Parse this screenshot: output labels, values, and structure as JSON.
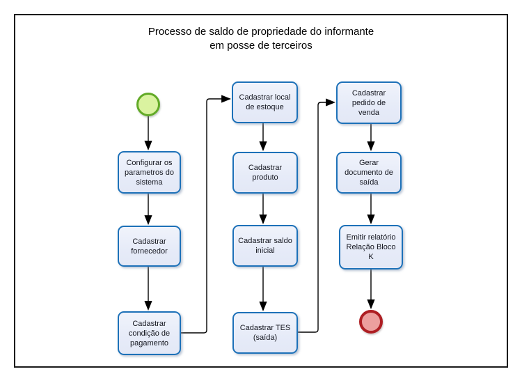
{
  "diagram": {
    "title": "Processo de saldo de propriedade do informante\nem posse de terceiros",
    "start_event": {
      "name": "start",
      "border_color": "#62aa27",
      "fill_color": "#daf3a0"
    },
    "end_event": {
      "name": "end",
      "border_color": "#ae1e23",
      "fill_color": "#ec9f9e"
    },
    "nodes": [
      {
        "id": "configurar-parametros-sistema",
        "label": "Configurar os\nparametros do\nsistema"
      },
      {
        "id": "cadastrar-fornecedor",
        "label": "Cadastrar\nfornecedor"
      },
      {
        "id": "cadastrar-condicao-pagamento",
        "label": "Cadastrar\ncondição de\npagamento"
      },
      {
        "id": "cadastrar-local-estoque",
        "label": "Cadastrar local\nde estoque"
      },
      {
        "id": "cadastrar-produto",
        "label": "Cadastrar\nproduto"
      },
      {
        "id": "cadastrar-saldo-inicial",
        "label": "Cadastrar saldo\ninicial"
      },
      {
        "id": "cadastrar-tes-saida",
        "label": "Cadastrar TES\n(saída)"
      },
      {
        "id": "cadastrar-pedido-venda",
        "label": "Cadastrar\npedido de\nvenda"
      },
      {
        "id": "gerar-documento-saida",
        "label": "Gerar\ndocumento de\nsaída"
      },
      {
        "id": "emitir-relatorio-bloco-k",
        "label": "Emitir relatório\nRelação Bloco\nK"
      }
    ],
    "edges": [
      {
        "from": "start",
        "to": "configurar-parametros-sistema"
      },
      {
        "from": "configurar-parametros-sistema",
        "to": "cadastrar-fornecedor"
      },
      {
        "from": "cadastrar-fornecedor",
        "to": "cadastrar-condicao-pagamento"
      },
      {
        "from": "cadastrar-condicao-pagamento",
        "to": "cadastrar-local-estoque"
      },
      {
        "from": "cadastrar-local-estoque",
        "to": "cadastrar-produto"
      },
      {
        "from": "cadastrar-produto",
        "to": "cadastrar-saldo-inicial"
      },
      {
        "from": "cadastrar-saldo-inicial",
        "to": "cadastrar-tes-saida"
      },
      {
        "from": "cadastrar-tes-saida",
        "to": "cadastrar-pedido-venda"
      },
      {
        "from": "cadastrar-pedido-venda",
        "to": "gerar-documento-saida"
      },
      {
        "from": "gerar-documento-saida",
        "to": "emitir-relatorio-bloco-k"
      },
      {
        "from": "emitir-relatorio-bloco-k",
        "to": "end"
      }
    ],
    "colors": {
      "node_border": "#1d71b8",
      "node_fill": "#e8ecf8",
      "connector": "#000000",
      "frame_border": "#1b1b1b"
    }
  }
}
